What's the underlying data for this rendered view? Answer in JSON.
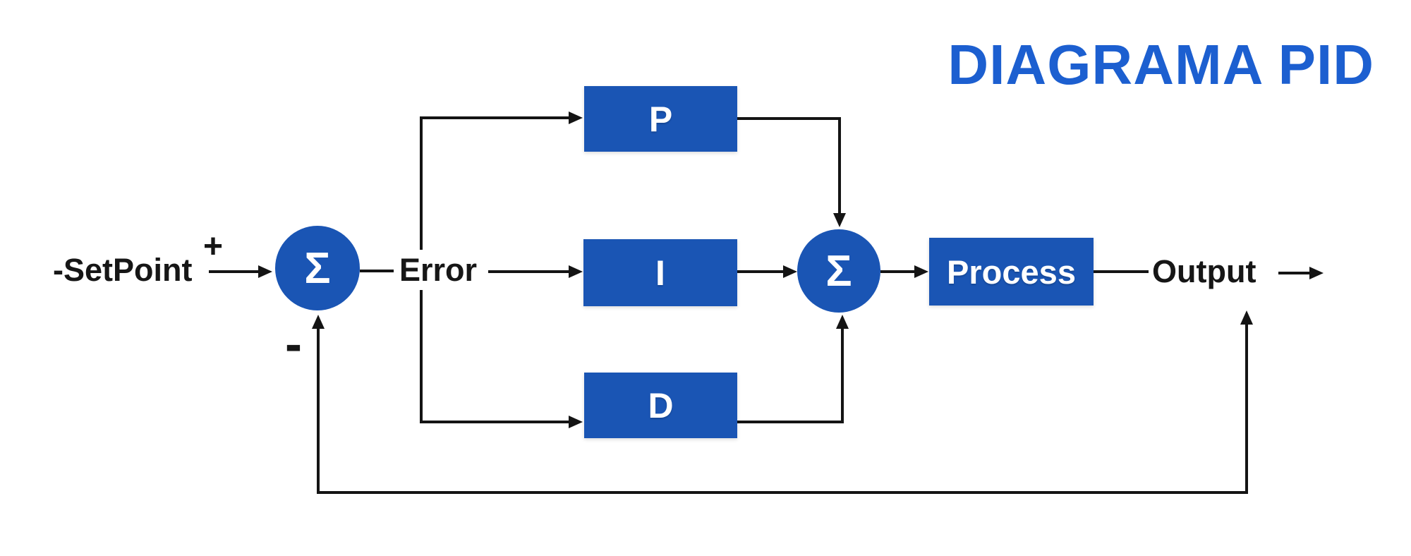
{
  "title": {
    "text": "DIAGRAMA PID"
  },
  "colors": {
    "background": "#ffffff",
    "block_blue": "#1a55b4",
    "title_blue": "#1c5fd0",
    "line_black": "#141414",
    "block_text": "#ffffff",
    "label_text": "#161616"
  },
  "labels": {
    "setpoint": "-SetPoint",
    "plus_sign": "+",
    "minus_sign": "-",
    "error": "Error",
    "output": "Output"
  },
  "blocks": {
    "sum1": {
      "symbol": "Σ"
    },
    "sum2": {
      "symbol": "Σ"
    },
    "proportional": {
      "label": "P"
    },
    "integral": {
      "label": "I"
    },
    "derivative": {
      "label": "D"
    },
    "process": {
      "label": "Process"
    }
  },
  "connections": [
    {
      "from": "setpoint",
      "to": "sum1",
      "sign": "+"
    },
    {
      "from": "sum1",
      "to": "error"
    },
    {
      "from": "error",
      "to": "proportional"
    },
    {
      "from": "error",
      "to": "integral"
    },
    {
      "from": "error",
      "to": "derivative"
    },
    {
      "from": "proportional",
      "to": "sum2"
    },
    {
      "from": "integral",
      "to": "sum2"
    },
    {
      "from": "derivative",
      "to": "sum2"
    },
    {
      "from": "sum2",
      "to": "process"
    },
    {
      "from": "process",
      "to": "output"
    },
    {
      "from": "output",
      "to": "sum1",
      "sign": "-"
    }
  ]
}
